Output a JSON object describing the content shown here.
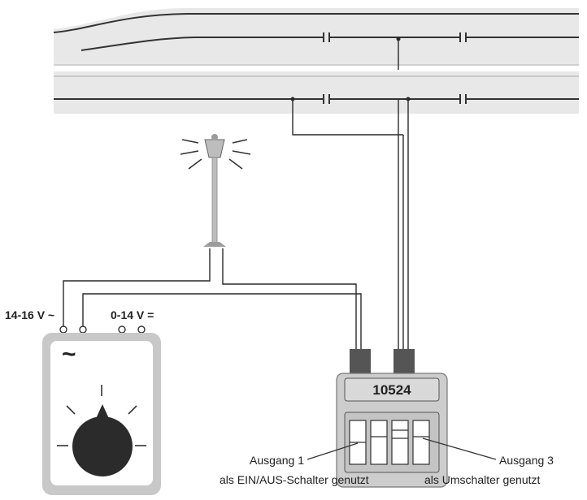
{
  "labels": {
    "ac_voltage": "14-16 V ~",
    "dc_voltage": "0-14 V =",
    "ac_symbol": "~",
    "module_number": "10524",
    "output1_line1": "Ausgang 1",
    "output1_line2": "als EIN/AUS-Schalter genutzt",
    "output3_line1": "Ausgang 3",
    "output3_line2": "als Umschalter genutzt"
  },
  "colors": {
    "track_bed": "#e6e6e6",
    "track_edge": "#d6d6d6",
    "rail": "#333333",
    "wire": "#2a2a2a",
    "transformer_body": "#c8c8c8",
    "transformer_face": "#ffffff",
    "knob": "#2b2b2b",
    "module_body": "#cdcdcd",
    "module_plug": "#555555",
    "lamp": "#bdbdbd"
  },
  "components": [
    "track-turnout",
    "track-main",
    "street-lamp",
    "transformer",
    "module-10524"
  ]
}
